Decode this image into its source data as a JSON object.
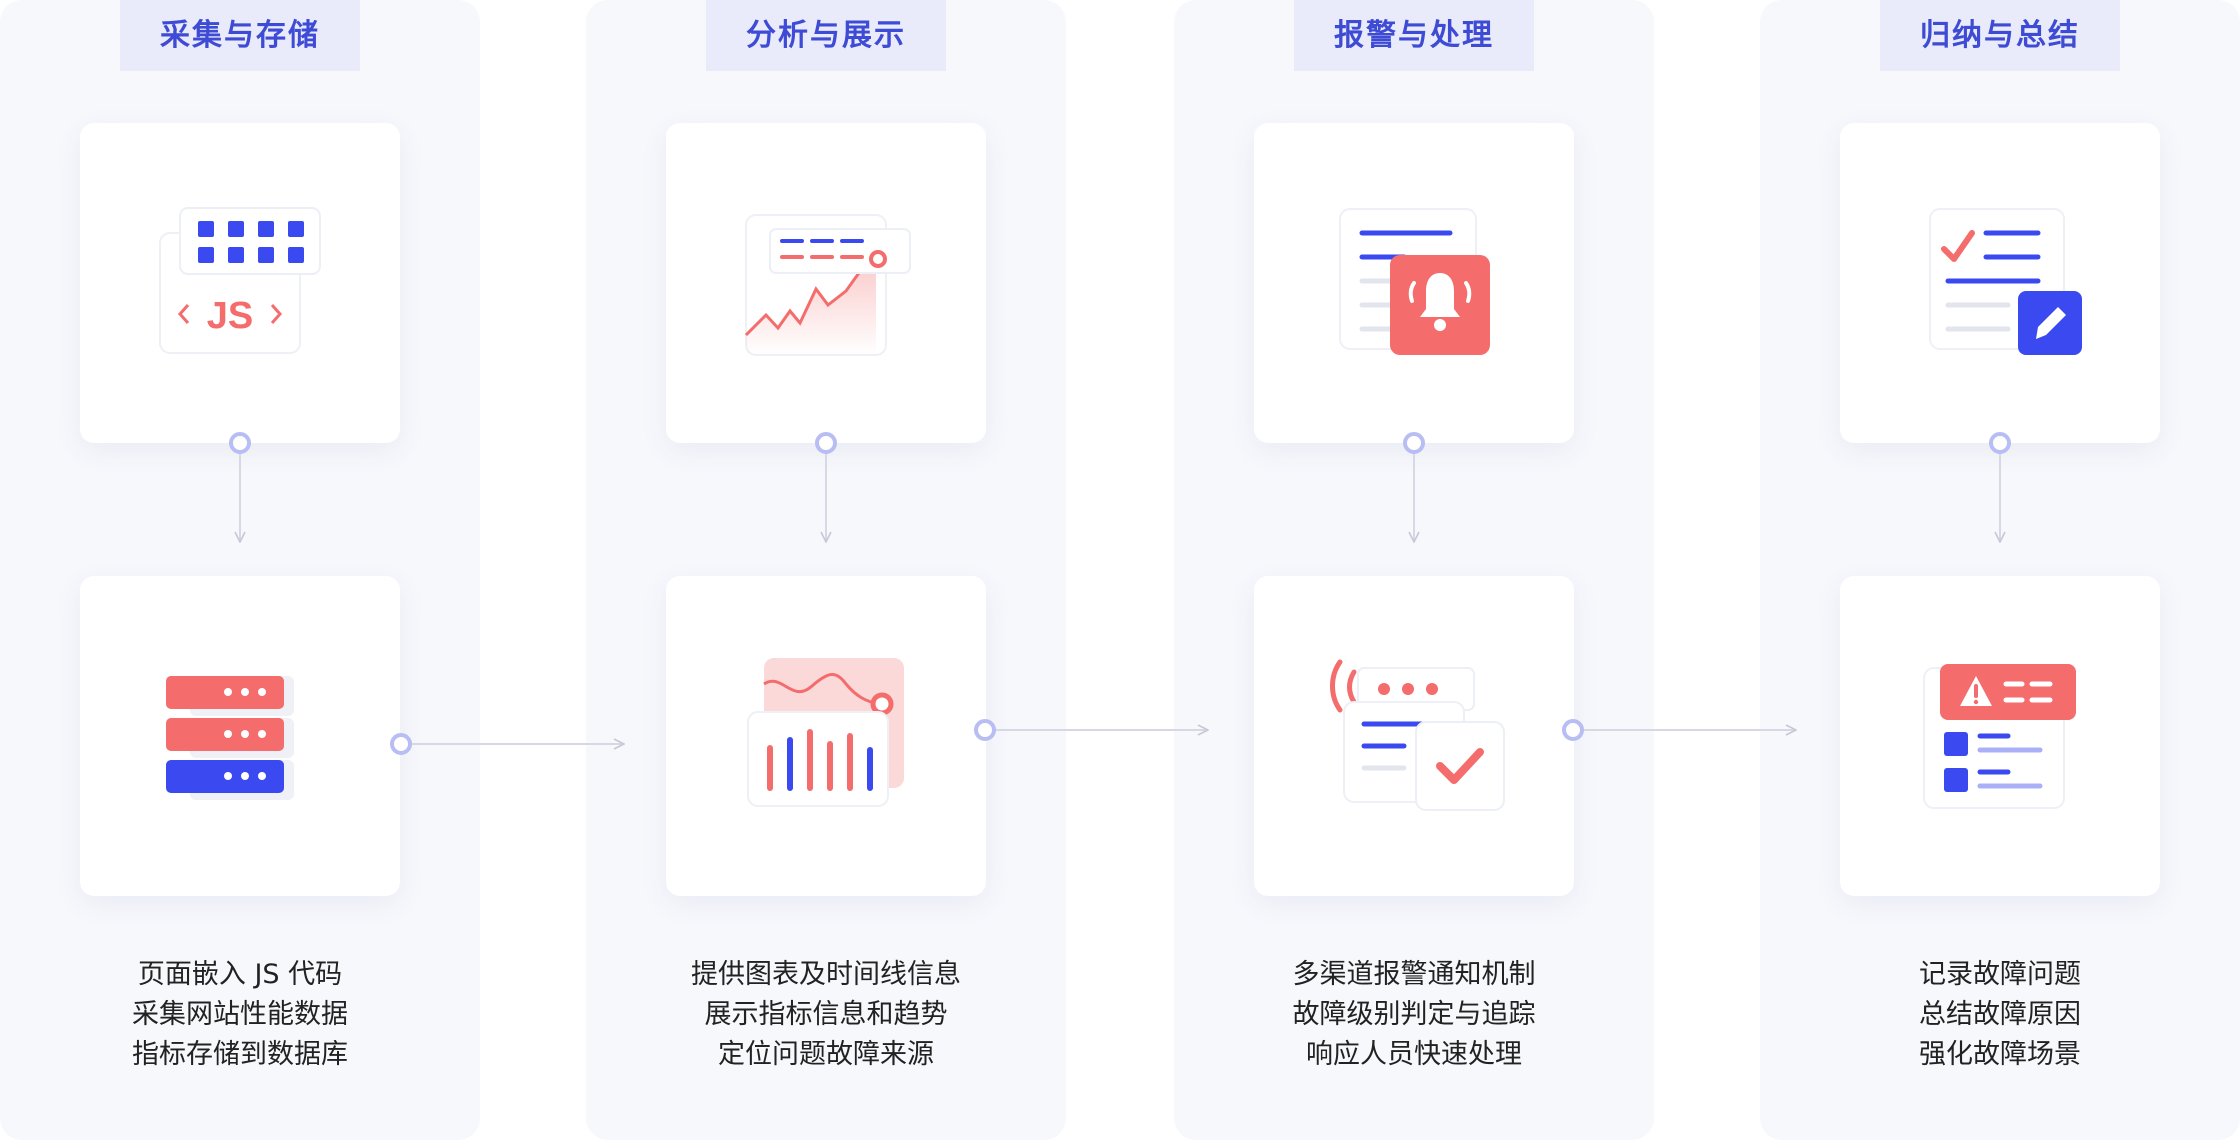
{
  "columns": [
    {
      "title": "采集与存储",
      "icons": [
        "js-code-icon",
        "server-storage-icon"
      ],
      "description": [
        "页面嵌入 JS 代码",
        "采集网站性能数据",
        "指标存储到数据库"
      ]
    },
    {
      "title": "分析与展示",
      "icons": [
        "trend-chart-icon",
        "bar-chart-icon"
      ],
      "description": [
        "提供图表及时间线信息",
        "展示指标信息和趋势",
        "定位问题故障来源"
      ]
    },
    {
      "title": "报警与处理",
      "icons": [
        "alarm-bell-icon",
        "notification-check-icon"
      ],
      "description": [
        "多渠道报警通知机制",
        "故障级别判定与追踪",
        "响应人员快速处理"
      ]
    },
    {
      "title": "归纳与总结",
      "icons": [
        "checklist-edit-icon",
        "warning-report-icon"
      ],
      "description": [
        "记录故障问题",
        "总结故障原因",
        "强化故障场景"
      ]
    }
  ],
  "icon_text": {
    "js_label": "JS"
  },
  "colors": {
    "accent_blue": "#3e4bd4",
    "icon_blue": "#3a4af0",
    "accent_red": "#f46c6c",
    "header_bg": "#e9ebfa",
    "column_bg": "#f7f8fc"
  }
}
